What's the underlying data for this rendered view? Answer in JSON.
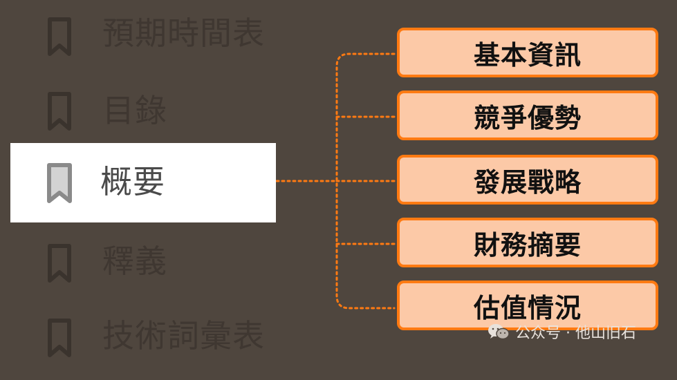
{
  "nav": {
    "items": [
      {
        "label": "預期時間表",
        "active": false
      },
      {
        "label": "目錄",
        "active": false
      },
      {
        "label": "概要",
        "active": true
      },
      {
        "label": "釋義",
        "active": false
      },
      {
        "label": "技術詞彙表",
        "active": false
      }
    ]
  },
  "topics": {
    "items": [
      {
        "label": "基本資訊"
      },
      {
        "label": "競爭優勢"
      },
      {
        "label": "發展戰略"
      },
      {
        "label": "財務摘要"
      },
      {
        "label": "估值情況"
      }
    ]
  },
  "colors": {
    "background": "#4f463e",
    "inactive": "#3f3731",
    "accent": "#ff7a12",
    "box_fill": "#fcc9a7"
  },
  "watermark": {
    "text": "公众号 · 他山旧石",
    "icon": "wechat-icon"
  }
}
